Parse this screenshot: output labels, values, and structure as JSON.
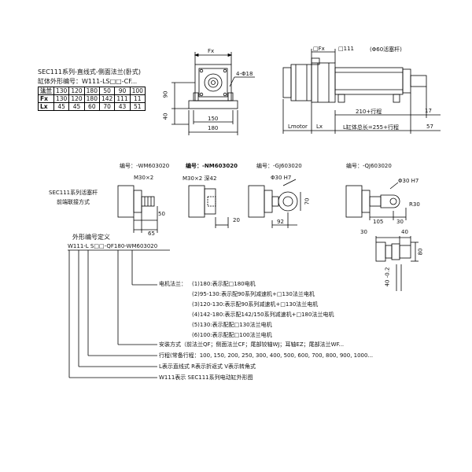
{
  "header": {
    "series_title": "SEC111系列-直线式-侧面法兰(卧式)",
    "model_code": "缸体外形编号：W111-LS□□-CF..."
  },
  "spec_table": {
    "rows": [
      {
        "label": "法兰",
        "values": [
          "130",
          "120",
          "180",
          "50",
          "90",
          "100"
        ]
      },
      {
        "label": "Fx",
        "values": [
          "130",
          "120",
          "180",
          "142",
          "111",
          "11"
        ]
      },
      {
        "label": "Lx",
        "values": [
          "45",
          "45",
          "60",
          "70",
          "43",
          "51"
        ]
      }
    ]
  },
  "front_view": {
    "fx": "Fx",
    "hole": "4-Φ18",
    "dim_90": "90",
    "dim_40": "40",
    "dim_150": "150",
    "dim_180": "180"
  },
  "side_view": {
    "fx_box": "□Fx",
    "box_111": "□111",
    "rod": "(Φ60活塞杆)",
    "dim_210": "210+行程",
    "dim_17": "17",
    "lmotor": "Lmotor",
    "lx": "Lx",
    "l_total": "L缸体总长=255+行程",
    "dim_57": "57"
  },
  "rod_ends": {
    "intro_line1": "SEC111系列活塞杆",
    "intro_line2": "前端联接方式",
    "wm": {
      "code": "编号：-WM603020",
      "thread": "M30×2",
      "dim_50": "50",
      "dim_65": "65"
    },
    "nm": {
      "code": "编号：-NM603020",
      "thread": "M30×2 深42",
      "dim_20": "20"
    },
    "gj": {
      "code": "编号：-GJ603020",
      "bore": "Φ30 H7",
      "dim_70": "70",
      "dim_92": "92"
    },
    "qj": {
      "code": "编号：-QJ603020",
      "bore": "Φ30 H7",
      "r30": "R30",
      "dim_105": "105",
      "dim_30": "30"
    },
    "qj_top": {
      "dim_30": "30",
      "dim_40": "40",
      "dim_80": "80",
      "dim_40_02": "40 -0.2"
    }
  },
  "definition": {
    "title": "外形编号定义",
    "code": "W111-L S□□-QF180-WM603020",
    "motor_label": "电机法兰：",
    "motor_items": [
      "(1)180:表示配□180电机",
      "(2)95-130:表示配90系列减速机+□130法兰电机",
      "(3)120-130:表示配90系列减速机+□130法兰电机",
      "(4)142-180:表示配142/150系列减速机+□180法兰电机",
      "(5)130:表示配配□130法兰电机",
      "(6)100:表示配配□100法兰电机"
    ],
    "mount": "安装方式（前法兰QF；侧面法兰CF；尾部铰轴WJ；耳轴EZ；尾部法兰WF...",
    "stroke": "行程(常备行程：100, 150, 200, 250, 300, 400, 500, 600, 700, 800, 900, 1000...",
    "type": "L表示直线式 R表示折返式 V表示转角式",
    "series": "W111表示 SEC111系列电动缸外形图"
  }
}
